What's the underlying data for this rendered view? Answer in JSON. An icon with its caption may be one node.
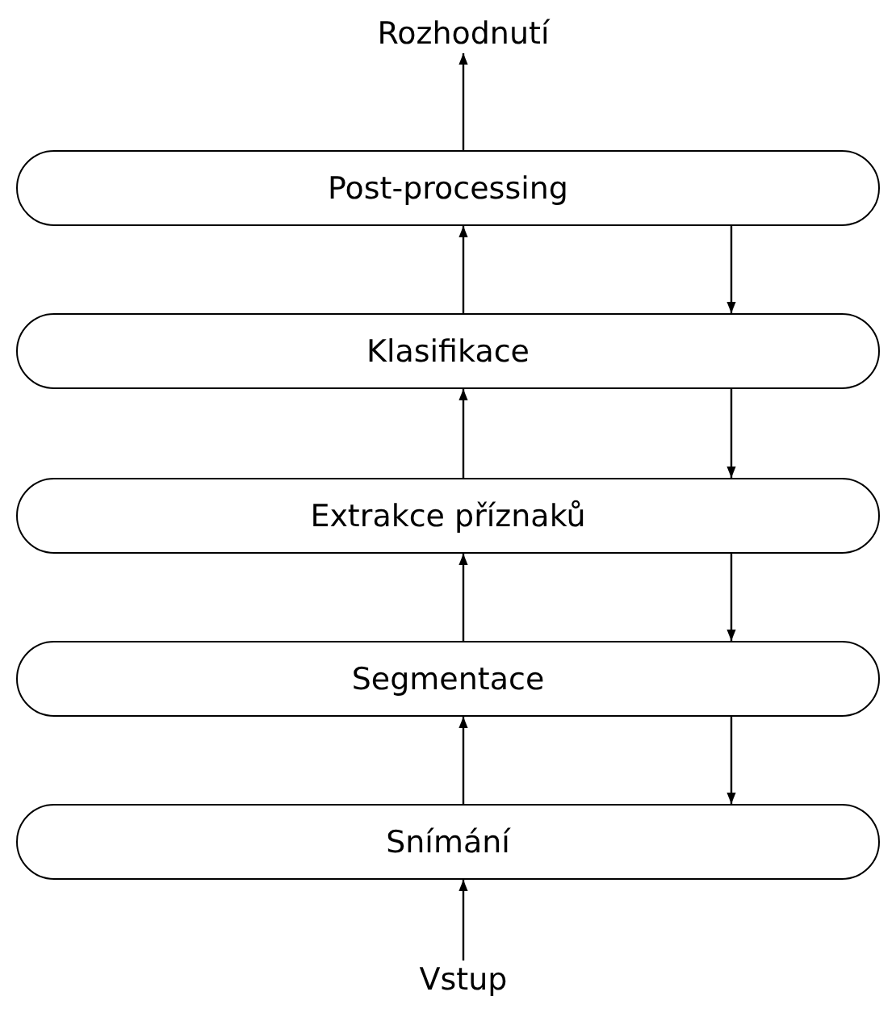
{
  "diagram": {
    "nodes": [
      {
        "text": [
          "Rozhodnutí"
        ]
      },
      {
        "text": [
          "Post-processing"
        ]
      },
      {
        "text": [
          "Klasifikace"
        ]
      },
      {
        "text": [
          "Extrakce příznaků"
        ]
      },
      {
        "text": [
          "Segmentace"
        ]
      },
      {
        "text": [
          "Snímání"
        ]
      },
      {
        "text": [
          "Vstup"
        ]
      }
    ],
    "edges": [
      {
        "from": 6,
        "to": 5,
        "arrow": "to"
      },
      {
        "from": 5,
        "to": 4,
        "arrow": "to"
      },
      {
        "from": 4,
        "to": 3,
        "arrow": "to"
      },
      {
        "from": 3,
        "to": 2,
        "arrow": "to"
      },
      {
        "from": 2,
        "to": 1,
        "arrow": "to"
      },
      {
        "from": 1,
        "to": 0,
        "arrow": "to"
      },
      {
        "from": 1,
        "to": 2,
        "arrow": "to"
      },
      {
        "from": 2,
        "to": 3,
        "arrow": "to"
      },
      {
        "from": 3,
        "to": 4,
        "arrow": "to"
      },
      {
        "from": 4,
        "to": 5,
        "arrow": "to"
      }
    ]
  }
}
